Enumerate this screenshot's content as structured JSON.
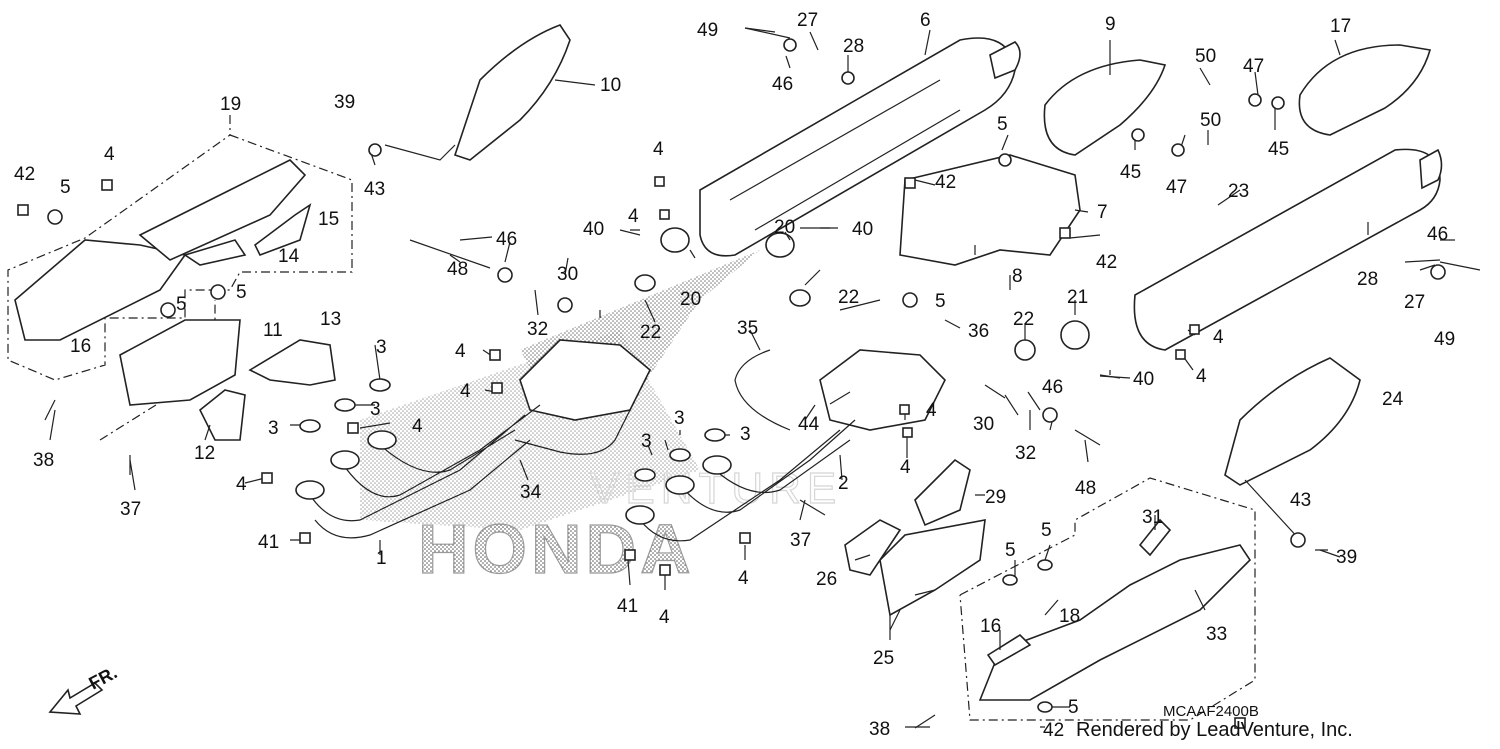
{
  "diagram": {
    "diagram_code": "MCAAF2400B",
    "credit": "Rendered by LeadVenture, Inc.",
    "watermark": "HONDA",
    "watermark_sub": "VENTURE",
    "direction_label": "FR.",
    "callouts": [
      {
        "id": "c-49a",
        "label": "49"
      },
      {
        "id": "c-27a",
        "label": "27"
      },
      {
        "id": "c-28a",
        "label": "28"
      },
      {
        "id": "c-46a",
        "label": "46"
      },
      {
        "id": "c-6",
        "label": "6"
      },
      {
        "id": "c-9",
        "label": "9"
      },
      {
        "id": "c-17",
        "label": "17"
      },
      {
        "id": "c-10",
        "label": "10"
      },
      {
        "id": "c-50a",
        "label": "50"
      },
      {
        "id": "c-47a",
        "label": "47"
      },
      {
        "id": "c-45a",
        "label": "45"
      },
      {
        "id": "c-5a",
        "label": "5"
      },
      {
        "id": "c-45b",
        "label": "45"
      },
      {
        "id": "c-50b",
        "label": "50"
      },
      {
        "id": "c-47b",
        "label": "47"
      },
      {
        "id": "c-19",
        "label": "19"
      },
      {
        "id": "c-39a",
        "label": "39"
      },
      {
        "id": "c-43a",
        "label": "43"
      },
      {
        "id": "c-4a",
        "label": "4"
      },
      {
        "id": "c-42a",
        "label": "42"
      },
      {
        "id": "c-5b",
        "label": "5"
      },
      {
        "id": "c-4b",
        "label": "4"
      },
      {
        "id": "c-4c",
        "label": "4"
      },
      {
        "id": "c-15",
        "label": "15"
      },
      {
        "id": "c-14",
        "label": "14"
      },
      {
        "id": "c-42b",
        "label": "42"
      },
      {
        "id": "c-7",
        "label": "7"
      },
      {
        "id": "c-23",
        "label": "23"
      },
      {
        "id": "c-40a",
        "label": "40"
      },
      {
        "id": "c-46b",
        "label": "46"
      },
      {
        "id": "c-48a",
        "label": "48"
      },
      {
        "id": "c-20a",
        "label": "20"
      },
      {
        "id": "c-20b",
        "label": "20"
      },
      {
        "id": "c-40b",
        "label": "40"
      },
      {
        "id": "c-42c",
        "label": "42"
      },
      {
        "id": "c-30a",
        "label": "30"
      },
      {
        "id": "c-22a",
        "label": "22"
      },
      {
        "id": "c-22b",
        "label": "22"
      },
      {
        "id": "c-8",
        "label": "8"
      },
      {
        "id": "c-5c",
        "label": "5"
      },
      {
        "id": "c-5d",
        "label": "5"
      },
      {
        "id": "c-5e",
        "label": "5"
      },
      {
        "id": "c-32a",
        "label": "32"
      },
      {
        "id": "c-28b",
        "label": "28"
      },
      {
        "id": "c-46c",
        "label": "46"
      },
      {
        "id": "c-27b",
        "label": "27"
      },
      {
        "id": "c-49b",
        "label": "49"
      },
      {
        "id": "c-16a",
        "label": "16"
      },
      {
        "id": "c-11",
        "label": "11"
      },
      {
        "id": "c-13",
        "label": "13"
      },
      {
        "id": "c-35",
        "label": "35"
      },
      {
        "id": "c-36",
        "label": "36"
      },
      {
        "id": "c-22c",
        "label": "22"
      },
      {
        "id": "c-21",
        "label": "21"
      },
      {
        "id": "c-4d",
        "label": "4"
      },
      {
        "id": "c-4e",
        "label": "4"
      },
      {
        "id": "c-3a",
        "label": "3"
      },
      {
        "id": "c-4f",
        "label": "4"
      },
      {
        "id": "c-40c",
        "label": "40"
      },
      {
        "id": "c-4g",
        "label": "4"
      },
      {
        "id": "c-3b",
        "label": "3"
      },
      {
        "id": "c-38a",
        "label": "38"
      },
      {
        "id": "c-3c",
        "label": "3"
      },
      {
        "id": "c-4h",
        "label": "4"
      },
      {
        "id": "c-12",
        "label": "12"
      },
      {
        "id": "c-3d",
        "label": "3"
      },
      {
        "id": "c-3e",
        "label": "3"
      },
      {
        "id": "c-44",
        "label": "44"
      },
      {
        "id": "c-30b",
        "label": "30"
      },
      {
        "id": "c-46d",
        "label": "46"
      },
      {
        "id": "c-4i",
        "label": "4"
      },
      {
        "id": "c-32b",
        "label": "32"
      },
      {
        "id": "c-24",
        "label": "24"
      },
      {
        "id": "c-3f",
        "label": "3"
      },
      {
        "id": "c-2",
        "label": "2"
      },
      {
        "id": "c-4j",
        "label": "4"
      },
      {
        "id": "c-37a",
        "label": "37"
      },
      {
        "id": "c-4k",
        "label": "4"
      },
      {
        "id": "c-34",
        "label": "34"
      },
      {
        "id": "c-48b",
        "label": "48"
      },
      {
        "id": "c-29",
        "label": "29"
      },
      {
        "id": "c-43b",
        "label": "43"
      },
      {
        "id": "c-37b",
        "label": "37"
      },
      {
        "id": "c-41a",
        "label": "41"
      },
      {
        "id": "c-1",
        "label": "1"
      },
      {
        "id": "c-31",
        "label": "31"
      },
      {
        "id": "c-5f",
        "label": "5"
      },
      {
        "id": "c-39b",
        "label": "39"
      },
      {
        "id": "c-5g",
        "label": "5"
      },
      {
        "id": "c-26",
        "label": "26"
      },
      {
        "id": "c-4l",
        "label": "4"
      },
      {
        "id": "c-41b",
        "label": "41"
      },
      {
        "id": "c-4m",
        "label": "4"
      },
      {
        "id": "c-18",
        "label": "18"
      },
      {
        "id": "c-33",
        "label": "33"
      },
      {
        "id": "c-16b",
        "label": "16"
      },
      {
        "id": "c-25",
        "label": "25"
      },
      {
        "id": "c-38b",
        "label": "38"
      },
      {
        "id": "c-5h",
        "label": "5"
      },
      {
        "id": "c-42d",
        "label": "42"
      }
    ]
  }
}
